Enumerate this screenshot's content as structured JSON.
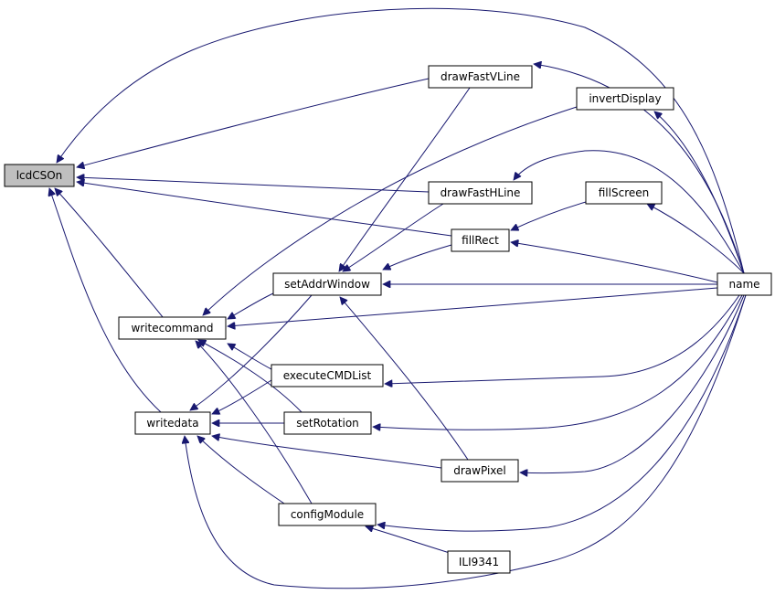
{
  "diagram": {
    "type": "call-graph",
    "colors": {
      "edge": "#191970",
      "root_fill": "#bfbfbf",
      "node_fill": "#ffffff",
      "node_border": "#000000"
    },
    "nodes": {
      "lcdCSOn": "lcdCSOn",
      "drawFastVLine": "drawFastVLine",
      "invertDisplay": "invertDisplay",
      "drawFastHLine": "drawFastHLine",
      "fillScreen": "fillScreen",
      "fillRect": "fillRect",
      "setAddrWindow": "setAddrWindow",
      "name": "name",
      "writecommand": "writecommand",
      "executeCMDList": "executeCMDList",
      "writedata": "writedata",
      "setRotation": "setRotation",
      "drawPixel": "drawPixel",
      "configModule": "configModule",
      "ILI9341": "ILI9341"
    },
    "edges": [
      {
        "from": "name",
        "to": "lcdCSOn"
      },
      {
        "from": "drawFastVLine",
        "to": "lcdCSOn"
      },
      {
        "from": "drawFastHLine",
        "to": "lcdCSOn"
      },
      {
        "from": "fillRect",
        "to": "lcdCSOn"
      },
      {
        "from": "writecommand",
        "to": "lcdCSOn"
      },
      {
        "from": "writedata",
        "to": "lcdCSOn"
      },
      {
        "from": "name",
        "to": "drawFastVLine"
      },
      {
        "from": "name",
        "to": "invertDisplay"
      },
      {
        "from": "name",
        "to": "drawFastHLine"
      },
      {
        "from": "name",
        "to": "fillScreen"
      },
      {
        "from": "fillScreen",
        "to": "fillRect"
      },
      {
        "from": "name",
        "to": "fillRect"
      },
      {
        "from": "drawFastVLine",
        "to": "setAddrWindow"
      },
      {
        "from": "drawFastHLine",
        "to": "setAddrWindow"
      },
      {
        "from": "fillRect",
        "to": "setAddrWindow"
      },
      {
        "from": "name",
        "to": "setAddrWindow"
      },
      {
        "from": "drawPixel",
        "to": "setAddrWindow"
      },
      {
        "from": "invertDisplay",
        "to": "writecommand"
      },
      {
        "from": "setAddrWindow",
        "to": "writecommand"
      },
      {
        "from": "name",
        "to": "writecommand"
      },
      {
        "from": "executeCMDList",
        "to": "writecommand"
      },
      {
        "from": "setRotation",
        "to": "writecommand"
      },
      {
        "from": "configModule",
        "to": "writecommand"
      },
      {
        "from": "name",
        "to": "executeCMDList"
      },
      {
        "from": "setAddrWindow",
        "to": "writedata"
      },
      {
        "from": "executeCMDList",
        "to": "writedata"
      },
      {
        "from": "setRotation",
        "to": "writedata"
      },
      {
        "from": "drawPixel",
        "to": "writedata"
      },
      {
        "from": "configModule",
        "to": "writedata"
      },
      {
        "from": "name",
        "to": "writedata"
      },
      {
        "from": "name",
        "to": "setRotation"
      },
      {
        "from": "name",
        "to": "drawPixel"
      },
      {
        "from": "name",
        "to": "configModule"
      },
      {
        "from": "ILI9341",
        "to": "configModule"
      }
    ]
  }
}
